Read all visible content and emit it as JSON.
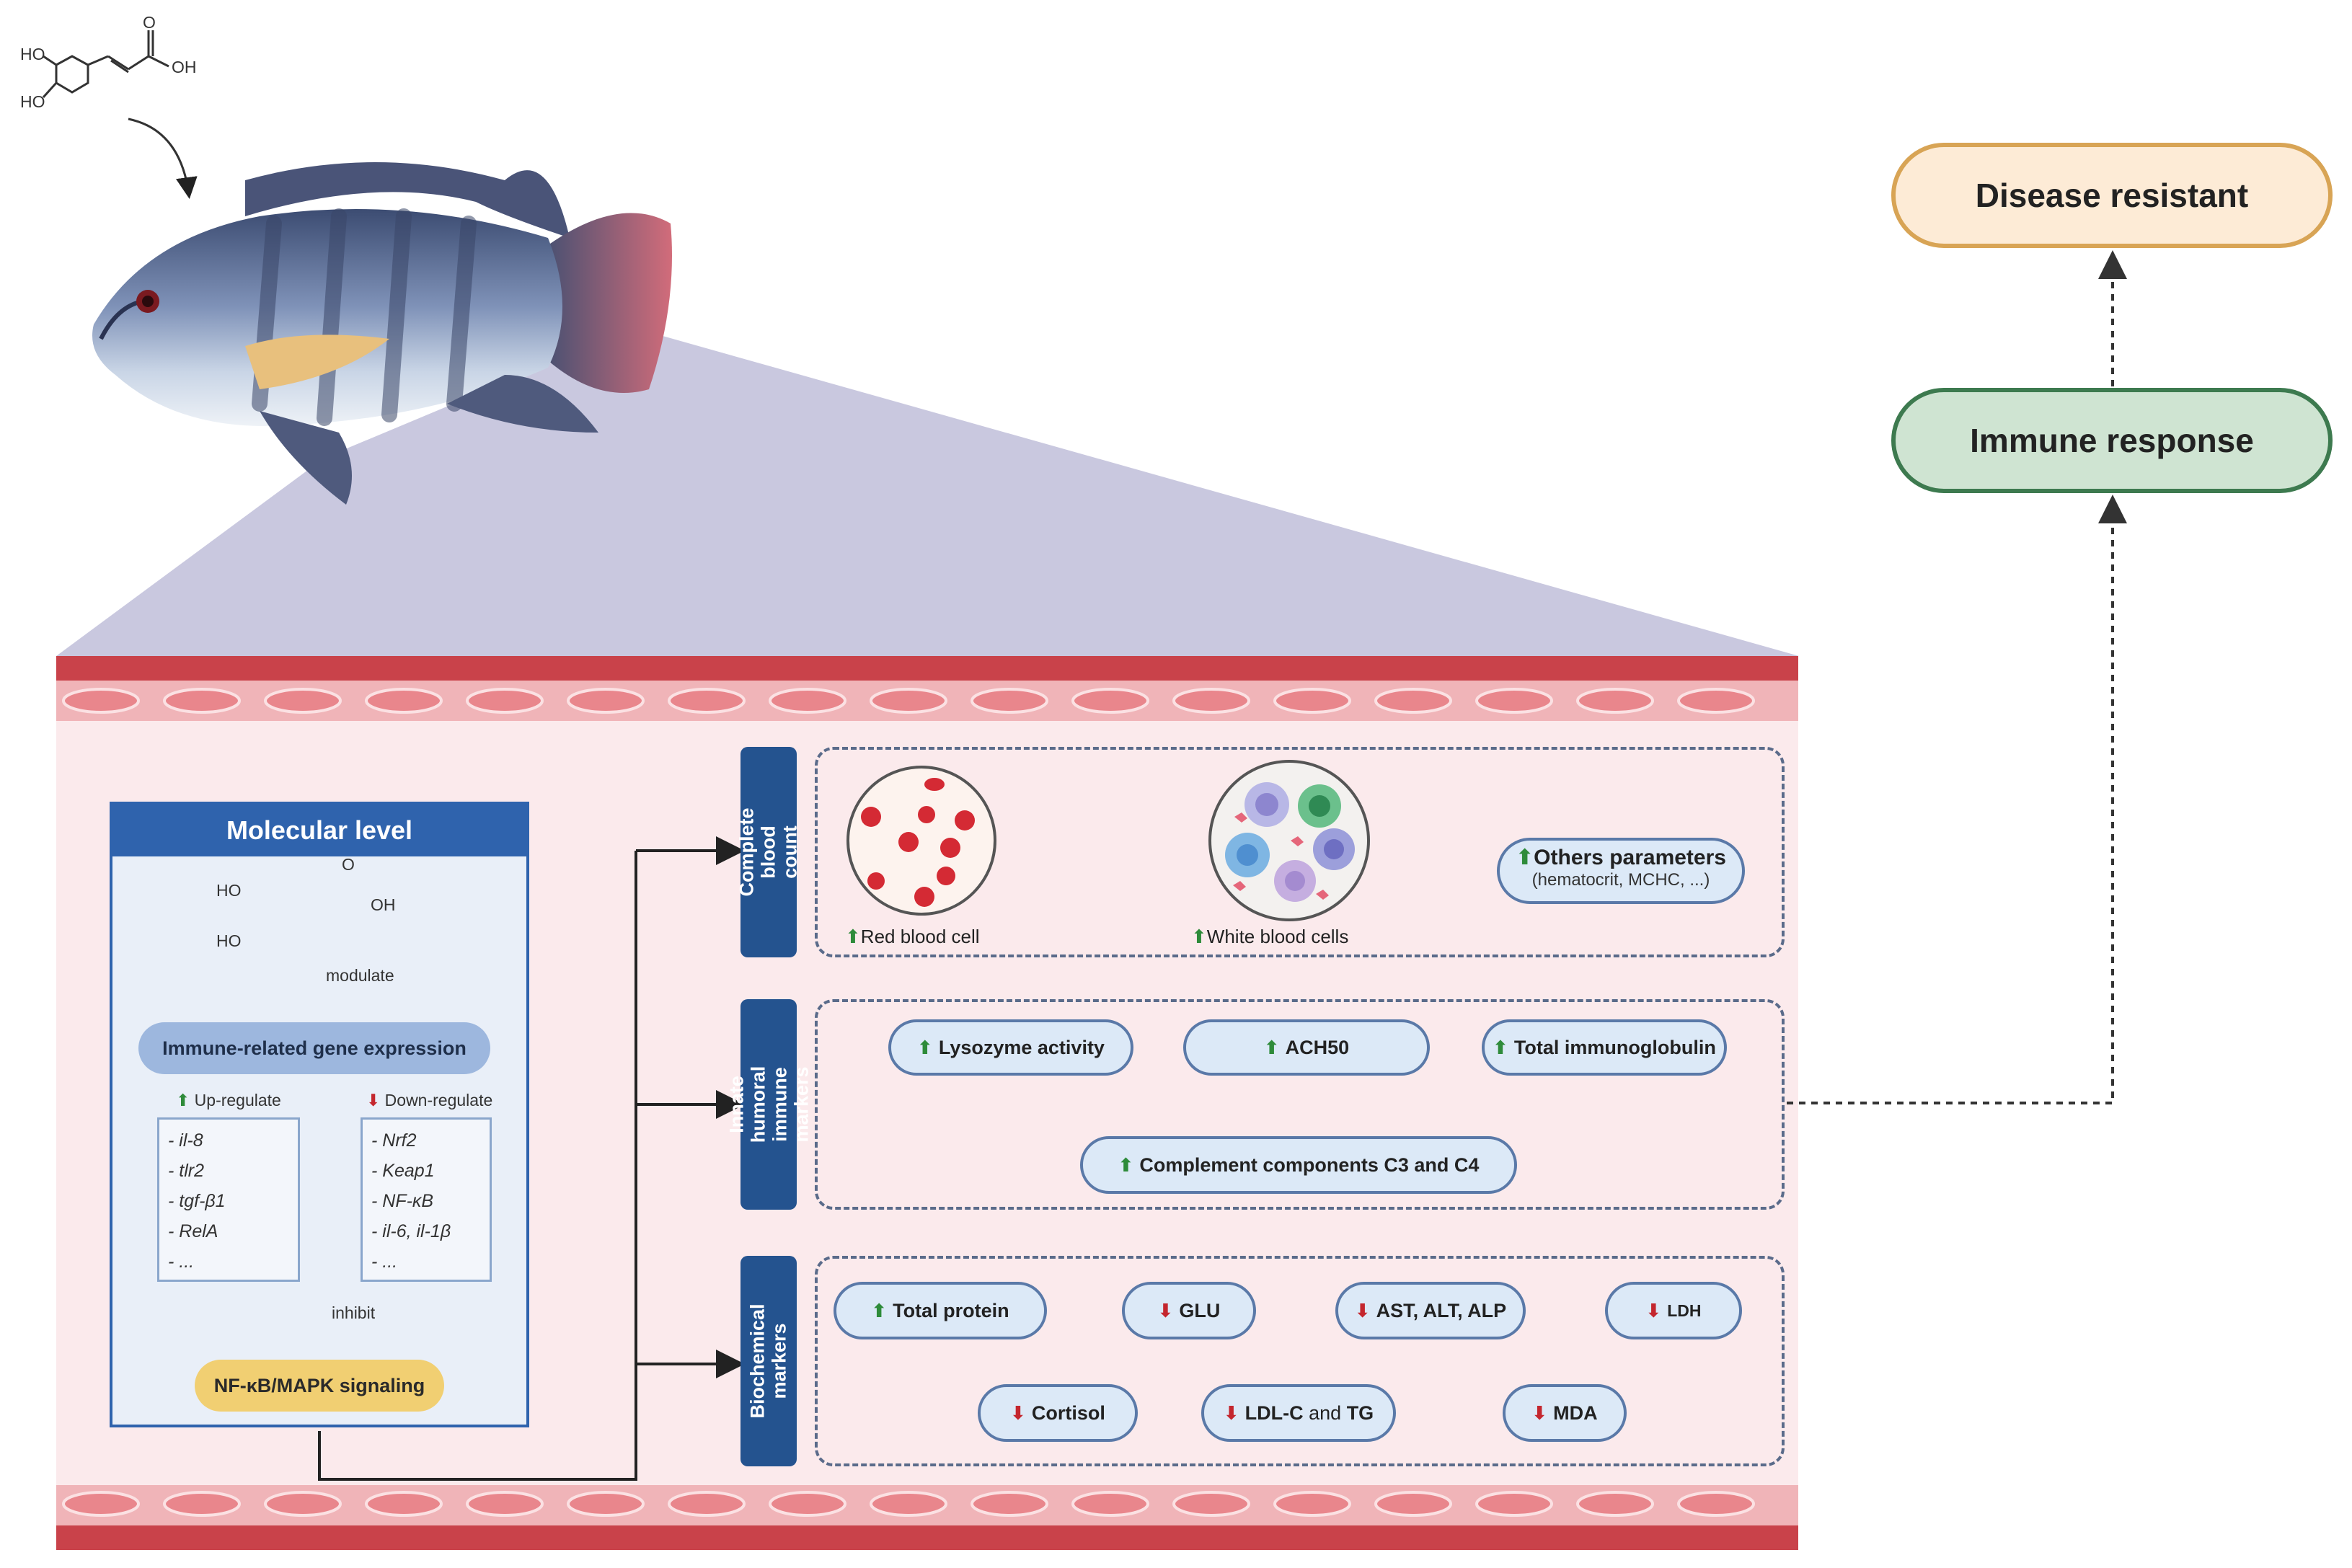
{
  "outcomes": {
    "disease_resistant": "Disease resistant",
    "immune_response": "Immune response"
  },
  "molecular": {
    "title": "Molecular level",
    "modulate": "modulate",
    "gene_expression": "Immune-related gene expression",
    "up_label": "Up-regulate",
    "down_label": "Down-regulate",
    "up_genes": [
      "- il-8",
      "- tlr2",
      "- tgf-β1",
      "- RelA",
      "- ..."
    ],
    "down_genes": [
      "- Nrf2",
      "- Keap1",
      "- NF-κB",
      "- il-6, il-1β",
      "- ..."
    ],
    "inhibit": "inhibit",
    "signaling": "NF-κB/MAPK signaling"
  },
  "molecule": {
    "ho1": "HO",
    "ho2": "HO",
    "oh": "OH",
    "o": "O"
  },
  "rows": {
    "cbc": "Complete blood\ncount",
    "humoral": "Innate humoral\nimmune markers",
    "biochem": "Biochemical\nmarkers"
  },
  "cbc": {
    "rbc": "Red blood cell",
    "wbc": "White blood cells",
    "others_title": "Others parameters",
    "others_sub": "(hematocrit, MCHC, ...)"
  },
  "humoral": {
    "lysozyme": "Lysozyme activity",
    "ach50": "ACH50",
    "immunoglobulin": "Total immunoglobulin",
    "complement": "Complement components C3 and C4"
  },
  "biochem": {
    "protein": "Total protein",
    "glu": "GLU",
    "ast": "AST, ALT, ALP",
    "ldh": "LDH",
    "cortisol": "Cortisol",
    "ldl_a": "LDL-C",
    "ldl_and": "and",
    "ldl_b": "TG",
    "mda": "MDA"
  },
  "arrows": {
    "up": "⬆",
    "down": "⬇"
  },
  "colors": {
    "header_blue": "#2f63ad",
    "label_blue": "#24538f",
    "pill_fill": "#dce9f7",
    "vessel_red": "#c9424a",
    "vessel_bg": "#fbeaec",
    "wedge": "#c9c8df",
    "disease_fill": "#fdebd6",
    "disease_border": "#d8a455",
    "immune_fill": "#cfe4d2",
    "immune_border": "#3d7a4f"
  }
}
